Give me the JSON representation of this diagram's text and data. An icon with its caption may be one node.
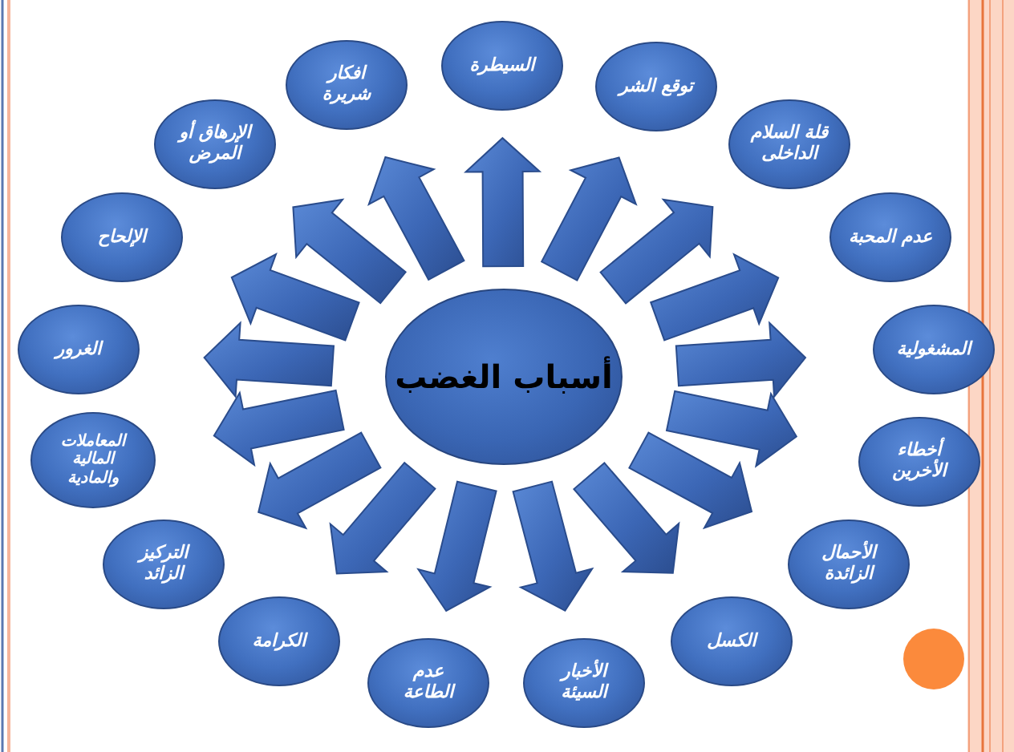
{
  "diagram": {
    "nodes": [
      {
        "text": [
          "أسباب الغضب"
        ]
      },
      {
        "text": [
          "السيطرة"
        ]
      },
      {
        "text": [
          "توقع الشر"
        ]
      },
      {
        "text": [
          "قلة السلام الداخلى"
        ]
      },
      {
        "text": [
          "عدم المحبة"
        ]
      },
      {
        "text": [
          "المشغولية"
        ]
      },
      {
        "text": [
          "أخطاء الأخرين"
        ]
      },
      {
        "text": [
          "الأحمال الزائدة"
        ]
      },
      {
        "text": [
          "الكسل"
        ]
      },
      {
        "text": [
          "الأخبار السيئة"
        ]
      },
      {
        "text": [
          "عدم الطاعة"
        ]
      },
      {
        "text": [
          "الكرامة"
        ]
      },
      {
        "text": [
          "التركيز الزائد"
        ]
      },
      {
        "text": [
          "المعاملات المالية والمادية"
        ]
      },
      {
        "text": [
          "الغرور"
        ]
      },
      {
        "text": [
          "الإلحاح"
        ]
      },
      {
        "text": [
          "الإرهاق أو المرض"
        ]
      },
      {
        "text": [
          "افكار شريرة"
        ]
      }
    ],
    "edges": [
      {
        "from": 0,
        "to": 1,
        "arrow": "to"
      },
      {
        "from": 0,
        "to": 2,
        "arrow": "to"
      },
      {
        "from": 0,
        "to": 3,
        "arrow": "to"
      },
      {
        "from": 0,
        "to": 4,
        "arrow": "to"
      },
      {
        "from": 0,
        "to": 5,
        "arrow": "to"
      },
      {
        "from": 0,
        "to": 6,
        "arrow": "to"
      },
      {
        "from": 0,
        "to": 7,
        "arrow": "to"
      },
      {
        "from": 0,
        "to": 8,
        "arrow": "to"
      },
      {
        "from": 0,
        "to": 9,
        "arrow": "to"
      },
      {
        "from": 0,
        "to": 10,
        "arrow": "to"
      },
      {
        "from": 0,
        "to": 11,
        "arrow": "to"
      },
      {
        "from": 0,
        "to": 12,
        "arrow": "to"
      },
      {
        "from": 0,
        "to": 13,
        "arrow": "to"
      },
      {
        "from": 0,
        "to": 14,
        "arrow": "to"
      },
      {
        "from": 0,
        "to": 15,
        "arrow": "to"
      },
      {
        "from": 0,
        "to": 16,
        "arrow": "to"
      },
      {
        "from": 0,
        "to": 17,
        "arrow": "to"
      }
    ]
  }
}
